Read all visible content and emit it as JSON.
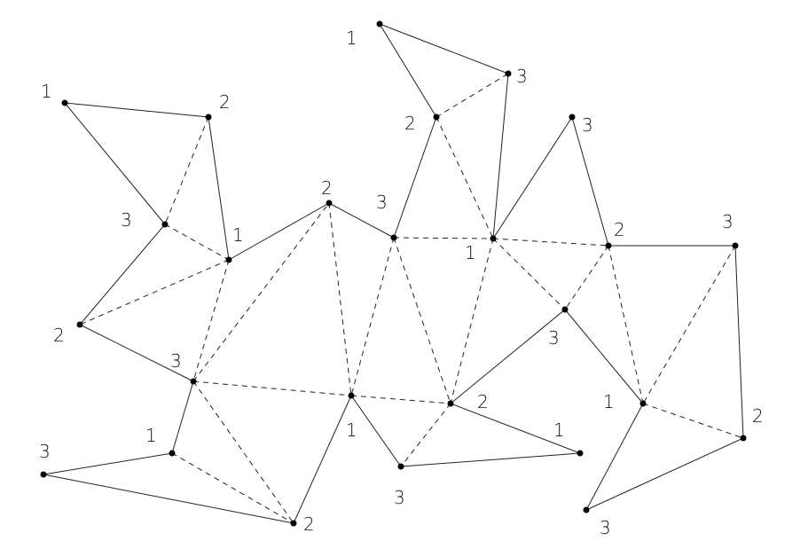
{
  "diagram": {
    "type": "triangulation-graph",
    "nodes": [
      {
        "id": "A",
        "label": "1"
      },
      {
        "id": "B",
        "label": "2"
      },
      {
        "id": "C",
        "label": "3"
      },
      {
        "id": "D",
        "label": "1"
      },
      {
        "id": "E",
        "label": "2"
      },
      {
        "id": "F",
        "label": "2"
      },
      {
        "id": "G",
        "label": "3"
      },
      {
        "id": "H",
        "label": "1"
      },
      {
        "id": "I",
        "label": "3"
      },
      {
        "id": "J",
        "label": "2"
      },
      {
        "id": "K",
        "label": "1"
      },
      {
        "id": "L",
        "label": "3"
      },
      {
        "id": "M",
        "label": "2"
      },
      {
        "id": "N",
        "label": "1"
      },
      {
        "id": "O",
        "label": "3"
      },
      {
        "id": "P",
        "label": "1"
      },
      {
        "id": "Q",
        "label": "3"
      },
      {
        "id": "R",
        "label": "2"
      },
      {
        "id": "S",
        "label": "3"
      },
      {
        "id": "T",
        "label": "3"
      },
      {
        "id": "U",
        "label": "2"
      },
      {
        "id": "V",
        "label": "3"
      },
      {
        "id": "W",
        "label": "1"
      },
      {
        "id": "X",
        "label": "1"
      },
      {
        "id": "Y",
        "label": "2"
      },
      {
        "id": "Z",
        "label": "3"
      }
    ],
    "solid_edges": [
      [
        "A",
        "B"
      ],
      [
        "A",
        "C"
      ],
      [
        "B",
        "D"
      ],
      [
        "C",
        "E"
      ],
      [
        "E",
        "G"
      ],
      [
        "D",
        "F"
      ],
      [
        "F",
        "L"
      ],
      [
        "L",
        "M"
      ],
      [
        "M",
        "N"
      ],
      [
        "N",
        "O"
      ],
      [
        "O",
        "P"
      ],
      [
        "P",
        "Q"
      ],
      [
        "Q",
        "R"
      ],
      [
        "R",
        "S"
      ],
      [
        "S",
        "Y"
      ],
      [
        "Y",
        "Z"
      ],
      [
        "Z",
        "X"
      ],
      [
        "X",
        "T"
      ],
      [
        "T",
        "U"
      ],
      [
        "U",
        "W"
      ],
      [
        "K",
        "V"
      ],
      [
        "V",
        "W"
      ],
      [
        "K",
        "J"
      ],
      [
        "G",
        "H"
      ],
      [
        "H",
        "I"
      ],
      [
        "I",
        "J"
      ]
    ],
    "dashed_edges": [
      [
        "B",
        "C"
      ],
      [
        "C",
        "D"
      ],
      [
        "D",
        "E"
      ],
      [
        "D",
        "G"
      ],
      [
        "G",
        "F"
      ],
      [
        "F",
        "K"
      ],
      [
        "G",
        "K"
      ],
      [
        "K",
        "U"
      ],
      [
        "G",
        "J"
      ],
      [
        "H",
        "J"
      ],
      [
        "L",
        "K"
      ],
      [
        "L",
        "U"
      ],
      [
        "L",
        "P"
      ],
      [
        "M",
        "O"
      ],
      [
        "M",
        "P"
      ],
      [
        "P",
        "R"
      ],
      [
        "P",
        "T"
      ],
      [
        "P",
        "U"
      ],
      [
        "R",
        "T"
      ],
      [
        "R",
        "X"
      ],
      [
        "S",
        "X"
      ],
      [
        "X",
        "Y"
      ],
      [
        "U",
        "V"
      ]
    ]
  }
}
